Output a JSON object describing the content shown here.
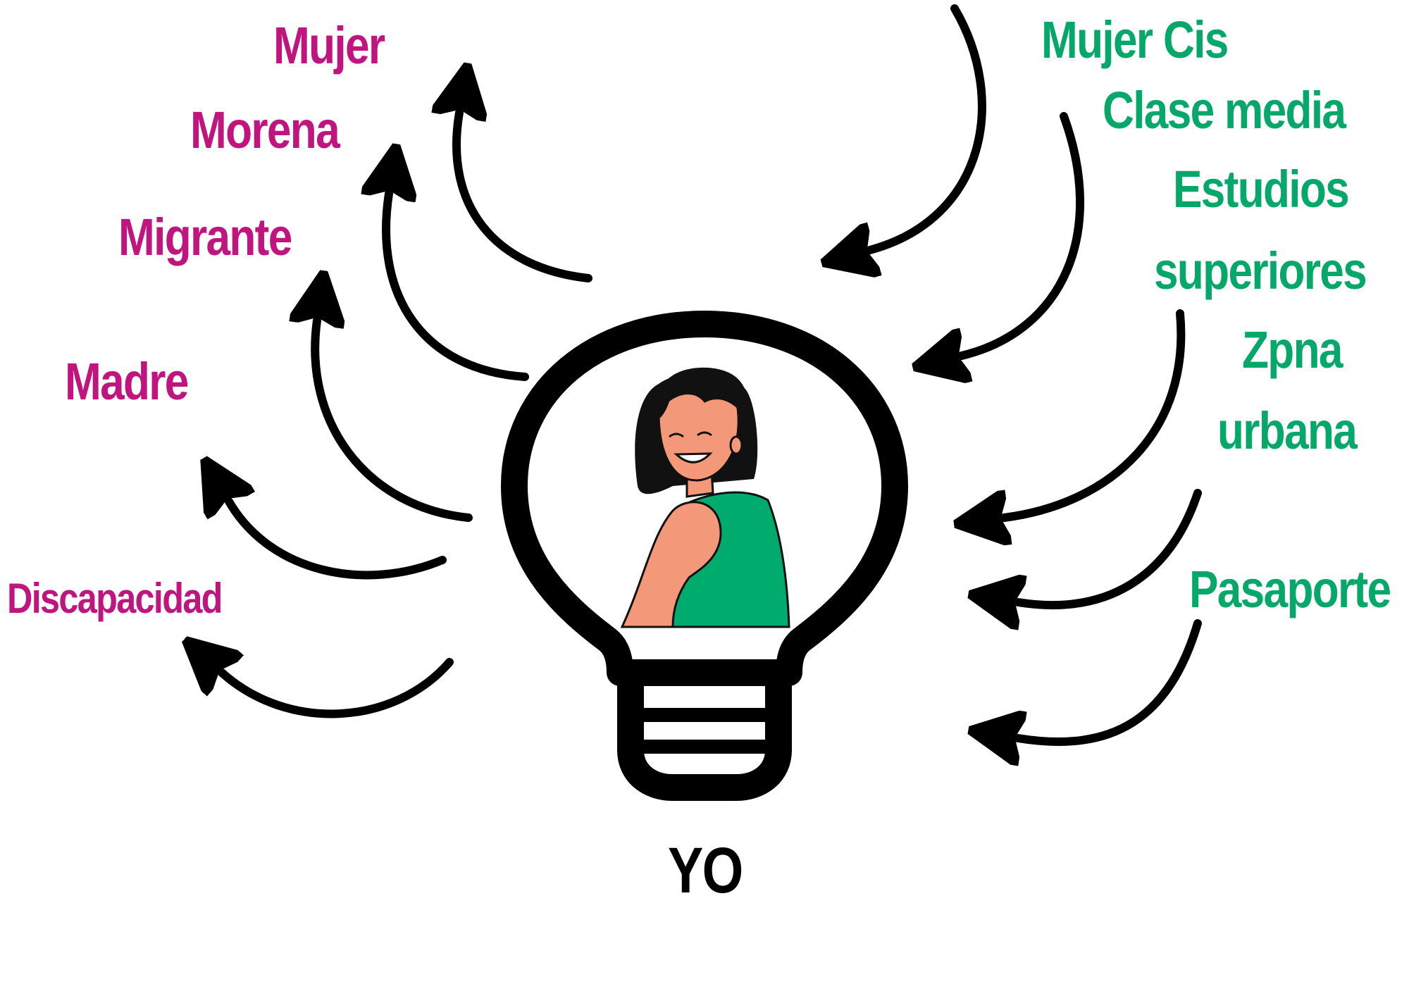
{
  "colors": {
    "privilege_text": "#06a86a",
    "oppression_text": "#c0147e",
    "arrow": "#000000",
    "shirt": "#00ab6e",
    "skin": "#f4987a",
    "hair": "#111111"
  },
  "center": {
    "label": "YO",
    "icon": "lightbulb-icon",
    "figure": "smiling-woman-illustration"
  },
  "left_labels": [
    "Mujer",
    "Morena",
    "Migrante",
    "Madre",
    "Discapacidad"
  ],
  "right_labels": [
    "Mujer Cis",
    "Clase media",
    "Estudios",
    "superiores",
    "Zpna",
    "urbana",
    "Pasaporte"
  ]
}
